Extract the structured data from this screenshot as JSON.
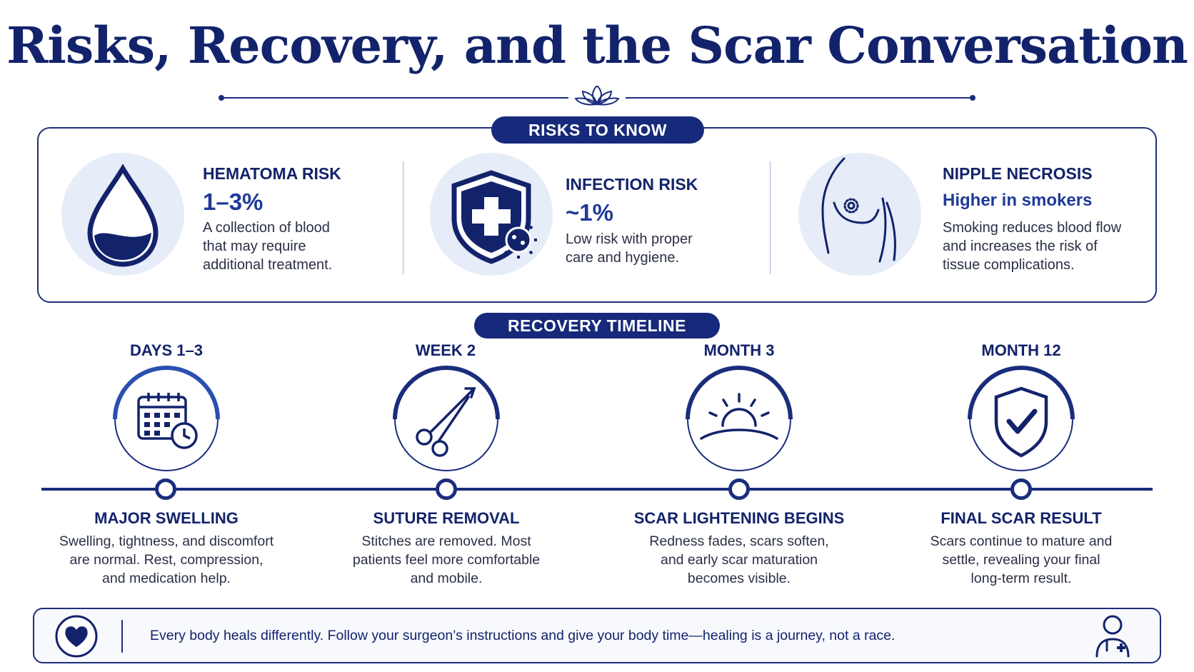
{
  "title": "Risks, Recovery, and the Scar Conversation",
  "colors": {
    "navy": "#13236b",
    "accent": "#1f3a9a",
    "circle_bg": "#e6ecf8"
  },
  "risks": {
    "heading": "RISKS TO KNOW",
    "items": [
      {
        "icon": "blood-drop-icon",
        "title": "HEMATOMA RISK",
        "value": "1–3%",
        "desc": [
          "A collection of blood",
          "that may require",
          "additional treatment."
        ]
      },
      {
        "icon": "shield-virus-icon",
        "title": "INFECTION RISK",
        "value": "~1%",
        "desc": [
          "Low risk with proper",
          "care and hygiene."
        ]
      },
      {
        "icon": "breast-outline-icon",
        "title": "NIPPLE NECROSIS",
        "value": "Higher in smokers",
        "desc": [
          "Smoking reduces blood flow",
          "and increases the risk of",
          "tissue complications."
        ]
      }
    ]
  },
  "recovery": {
    "heading": "RECOVERY TIMELINE",
    "stages": [
      {
        "label": "DAYS 1–3",
        "icon": "calendar-clock-icon",
        "head": "MAJOR SWELLING",
        "desc": [
          "Swelling, tightness, and discomfort",
          "are normal. Rest, compression,",
          "and medication help."
        ]
      },
      {
        "label": "WEEK 2",
        "icon": "scissors-icon",
        "head": "SUTURE REMOVAL",
        "desc": [
          "Stitches are removed. Most",
          "patients feel more comfortable",
          "and mobile."
        ]
      },
      {
        "label": "MONTH 3",
        "icon": "sunrise-icon",
        "head": "SCAR LIGHTENING BEGINS",
        "desc": [
          "Redness fades, scars soften,",
          "and early scar maturation",
          "becomes visible."
        ]
      },
      {
        "label": "MONTH 12",
        "icon": "shield-check-icon",
        "head": "FINAL SCAR RESULT",
        "desc": [
          "Scars continue to mature and",
          "settle, revealing your final",
          "long-term result."
        ]
      }
    ]
  },
  "footer": {
    "text": "Every body heals differently. Follow your surgeon’s instructions and give your body time—healing is a journey, not a race.",
    "left_icon": "heart-icon",
    "right_icon": "doctor-icon"
  }
}
